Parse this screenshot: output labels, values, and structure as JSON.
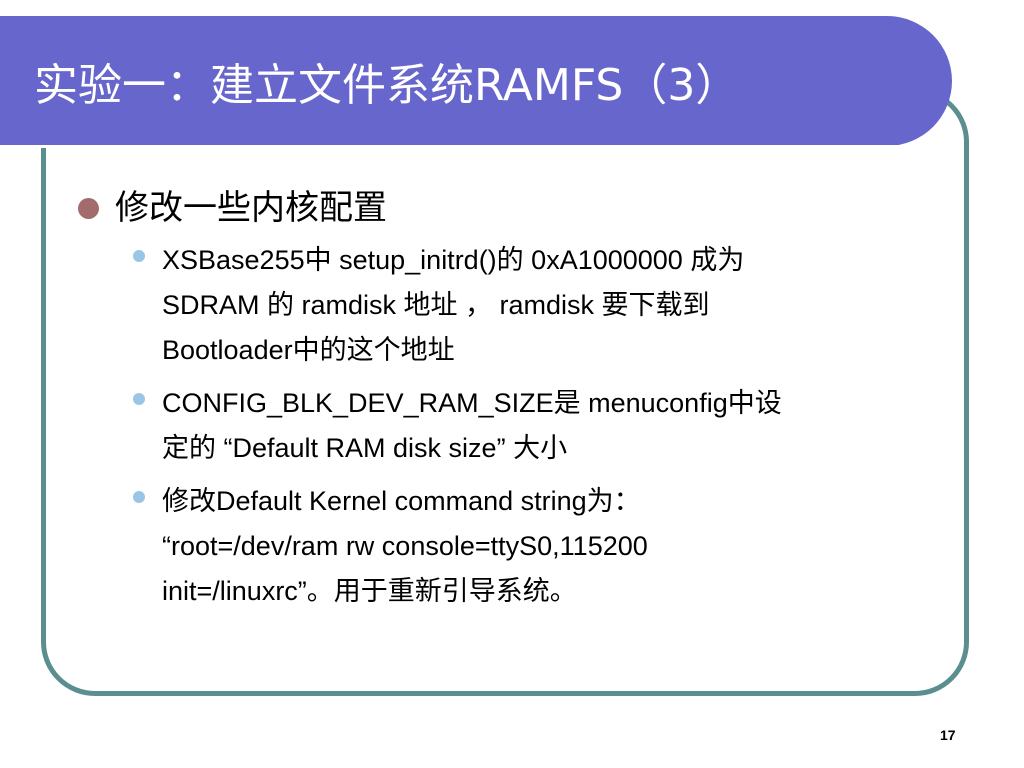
{
  "slide": {
    "title": "实验一：建立文件系统RAMFS（3）",
    "level1_item": "修改一些内核配置",
    "bullets": [
      {
        "lines": [
          "XSBase255中 setup_initrd()的 0xA1000000 成为",
          "SDRAM 的 ramdisk 地址 ，  ramdisk 要下载到",
          "Bootloader中的这个地址"
        ]
      },
      {
        "lines": [
          "CONFIG_BLK_DEV_RAM_SIZE是 menuconfig中设",
          "定的  “Default RAM disk size” 大小"
        ]
      },
      {
        "lines": [
          "修改Default Kernel command string为：",
          "“root=/dev/ram rw console=ttyS0,115200",
          "init=/linuxrc”。用于重新引导系统。"
        ]
      }
    ],
    "page_number": "17"
  },
  "colors": {
    "title_bar": "#6666cc",
    "frame_border": "#5b8f8f",
    "bullet_level1": "#a36b6b",
    "bullet_level2": "#99c6e6"
  }
}
